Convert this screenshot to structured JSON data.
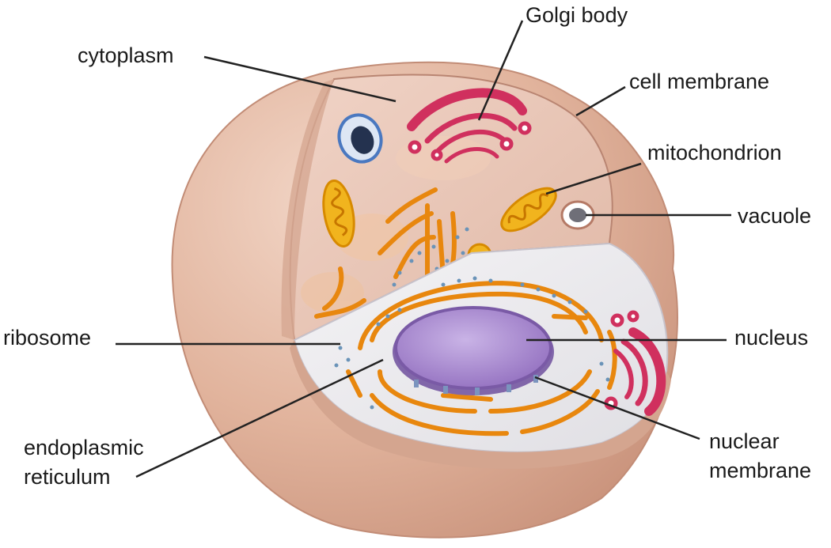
{
  "labels": {
    "cytoplasm": "cytoplasm",
    "golgi_body": "Golgi body",
    "cell_membrane": "cell membrane",
    "mitochondrion": "mitochondrion",
    "vacuole": "vacuole",
    "ribosome": "ribosome",
    "nucleus": "nucleus",
    "endoplasmic_reticulum": "endoplasmic\nreticulum",
    "nuclear_membrane": "nuclear\nmembrane"
  },
  "colors": {
    "cell_outer": "#e3b7a0",
    "cytoplasm": "#e9c8b9",
    "cut_face": "#e9e9ec",
    "golgi": "#d0305e",
    "mitochondrion": "#f1b41e",
    "endoplasmic_reticulum": "#e8870e",
    "nucleus": "#a989cf",
    "vacuole": "#4a78c0",
    "ribosome": "#6a93b8",
    "leader_line": "#222222"
  }
}
